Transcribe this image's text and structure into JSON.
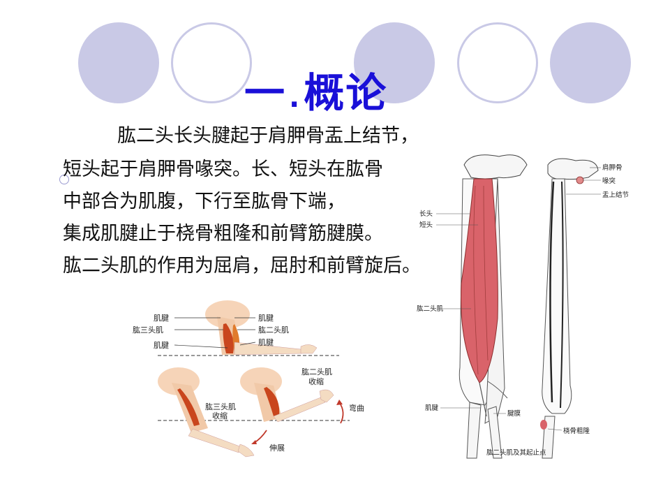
{
  "slide": {
    "title_number": "一",
    "title_dot": ".",
    "title_text": "概论",
    "paragraph": [
      "肱二头长头腱起于肩胛骨盂上结节，",
      "短头起于肩胛骨喙突。长、短头在肱骨",
      "中部合为肌腹，下行至肱骨下端，",
      "集成肌腱止于桡骨粗隆和前臂筋腱膜。",
      "肱二头肌的作用为屈肩，屈肘和前臂旋后。"
    ]
  },
  "arm_diagram": {
    "labels": {
      "tendon_top_left": "肌腱",
      "triceps_left": "肱三头肌",
      "tendon_bottom_left": "肌腱",
      "tendon_top_right": "肌腱",
      "biceps_right": "肱二头肌",
      "tendon_bottom_right": "肌腱",
      "biceps_contract_1": "肱二头肌",
      "biceps_contract_2": "收缩",
      "triceps_contract_1": "肱三头肌",
      "triceps_contract_2": "收缩",
      "flexion": "弯曲",
      "extension": "伸展"
    }
  },
  "anatomy_diagram": {
    "labels": {
      "long_head": "长头",
      "short_head": "短头",
      "biceps": "肱二头肌",
      "tendon": "肌腱",
      "aponeurosis": "腱膜",
      "scapula": "肩胛骨",
      "coracoid": "喙突",
      "supraglenoid": "盂上结节",
      "radial_tuberosity": "桡骨粗隆",
      "caption": "肱二头肌及其起止点"
    }
  },
  "colors": {
    "title": "#1a10d8",
    "circles": "#c9c9e6",
    "muscle": "#d9636a"
  }
}
